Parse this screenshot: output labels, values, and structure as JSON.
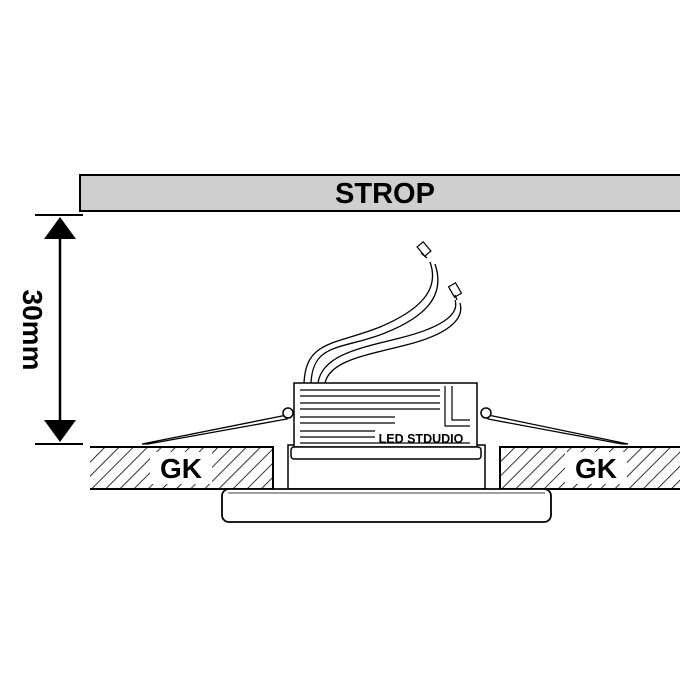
{
  "ceiling": {
    "label": "STROP",
    "fill": "#cfcfcf"
  },
  "dimension": {
    "label": "30mm"
  },
  "board_left": {
    "label": "GK"
  },
  "board_right": {
    "label": "GK"
  },
  "driver": {
    "brand": "LED STDUDIO"
  },
  "colors": {
    "line": "#000000",
    "background": "#ffffff"
  }
}
